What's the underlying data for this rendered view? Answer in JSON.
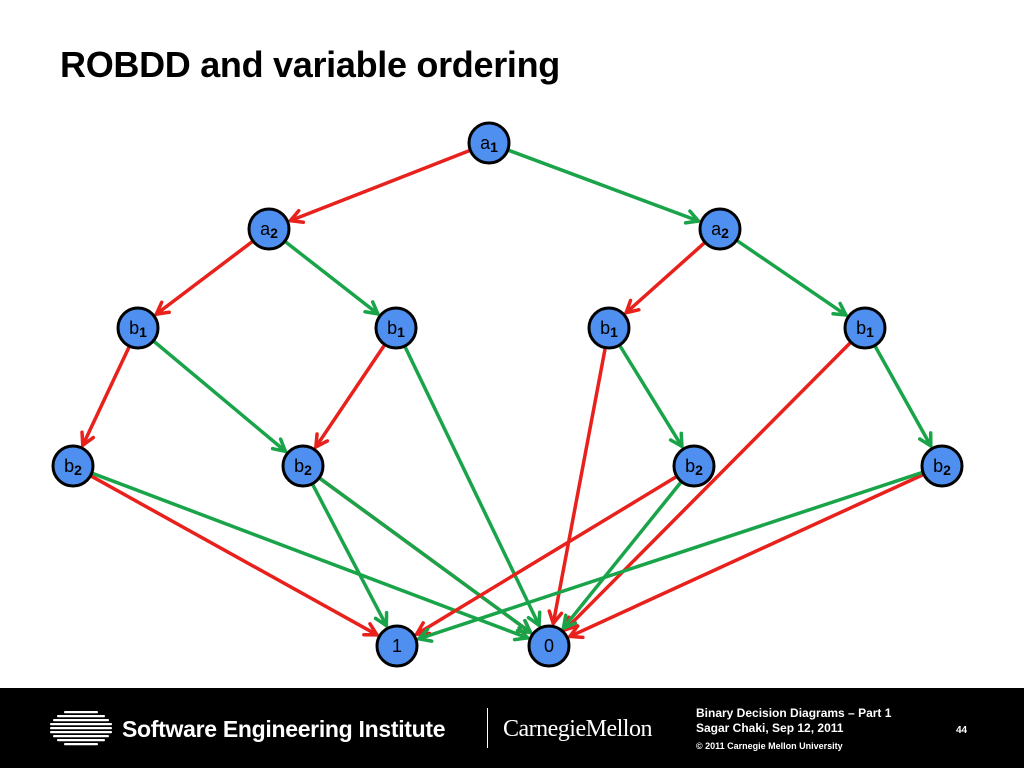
{
  "slide": {
    "title": "ROBDD and variable ordering"
  },
  "diagram": {
    "colors": {
      "low_edge": "#e8211c",
      "high_edge": "#1aa44a",
      "node_fill": "#4f8ff0",
      "node_stroke": "#000000"
    },
    "nodes": [
      {
        "id": "a1",
        "var": "a",
        "sub": "1"
      },
      {
        "id": "a2L",
        "var": "a",
        "sub": "2"
      },
      {
        "id": "a2R",
        "var": "a",
        "sub": "2"
      },
      {
        "id": "b1_1",
        "var": "b",
        "sub": "1"
      },
      {
        "id": "b1_2",
        "var": "b",
        "sub": "1"
      },
      {
        "id": "b1_3",
        "var": "b",
        "sub": "1"
      },
      {
        "id": "b1_4",
        "var": "b",
        "sub": "1"
      },
      {
        "id": "b2_1",
        "var": "b",
        "sub": "2"
      },
      {
        "id": "b2_2",
        "var": "b",
        "sub": "2"
      },
      {
        "id": "b2_3",
        "var": "b",
        "sub": "2"
      },
      {
        "id": "b2_4",
        "var": "b",
        "sub": "2"
      },
      {
        "id": "t1",
        "var": "1",
        "sub": ""
      },
      {
        "id": "t0",
        "var": "0",
        "sub": ""
      }
    ],
    "edges": [
      {
        "from": "a1",
        "to": "a2L",
        "kind": "low"
      },
      {
        "from": "a1",
        "to": "a2R",
        "kind": "high"
      },
      {
        "from": "a2L",
        "to": "b1_1",
        "kind": "low"
      },
      {
        "from": "a2L",
        "to": "b1_2",
        "kind": "high"
      },
      {
        "from": "a2R",
        "to": "b1_3",
        "kind": "low"
      },
      {
        "from": "a2R",
        "to": "b1_4",
        "kind": "high"
      },
      {
        "from": "b1_1",
        "to": "b2_1",
        "kind": "low"
      },
      {
        "from": "b1_1",
        "to": "b2_2",
        "kind": "high"
      },
      {
        "from": "b1_2",
        "to": "b2_2",
        "kind": "low"
      },
      {
        "from": "b1_2",
        "to": "t0",
        "kind": "high"
      },
      {
        "from": "b1_3",
        "to": "t0",
        "kind": "low"
      },
      {
        "from": "b1_3",
        "to": "b2_3",
        "kind": "high"
      },
      {
        "from": "b1_4",
        "to": "t0",
        "kind": "low"
      },
      {
        "from": "b1_4",
        "to": "b2_4",
        "kind": "high"
      },
      {
        "from": "b2_1",
        "to": "t1",
        "kind": "low"
      },
      {
        "from": "b2_1",
        "to": "t0",
        "kind": "high"
      },
      {
        "from": "b2_2",
        "to": "t0",
        "kind": "low"
      },
      {
        "from": "b2_2",
        "to": "t1",
        "kind": "high"
      },
      {
        "from": "b2_2",
        "to": "t0",
        "kind": "high"
      },
      {
        "from": "b2_3",
        "to": "t1",
        "kind": "low"
      },
      {
        "from": "b2_3",
        "to": "t0",
        "kind": "high"
      },
      {
        "from": "b2_4",
        "to": "t0",
        "kind": "low"
      },
      {
        "from": "b2_4",
        "to": "t1",
        "kind": "high"
      }
    ]
  },
  "footer": {
    "org_name": "Software Engineering Institute",
    "university": "CarnegieMellon",
    "deck_title": "Binary Decision Diagrams – Part 1",
    "author_date": "Sagar Chaki, Sep 12, 2011",
    "copyright": "© 2011 Carnegie Mellon University",
    "page_number": "44"
  }
}
